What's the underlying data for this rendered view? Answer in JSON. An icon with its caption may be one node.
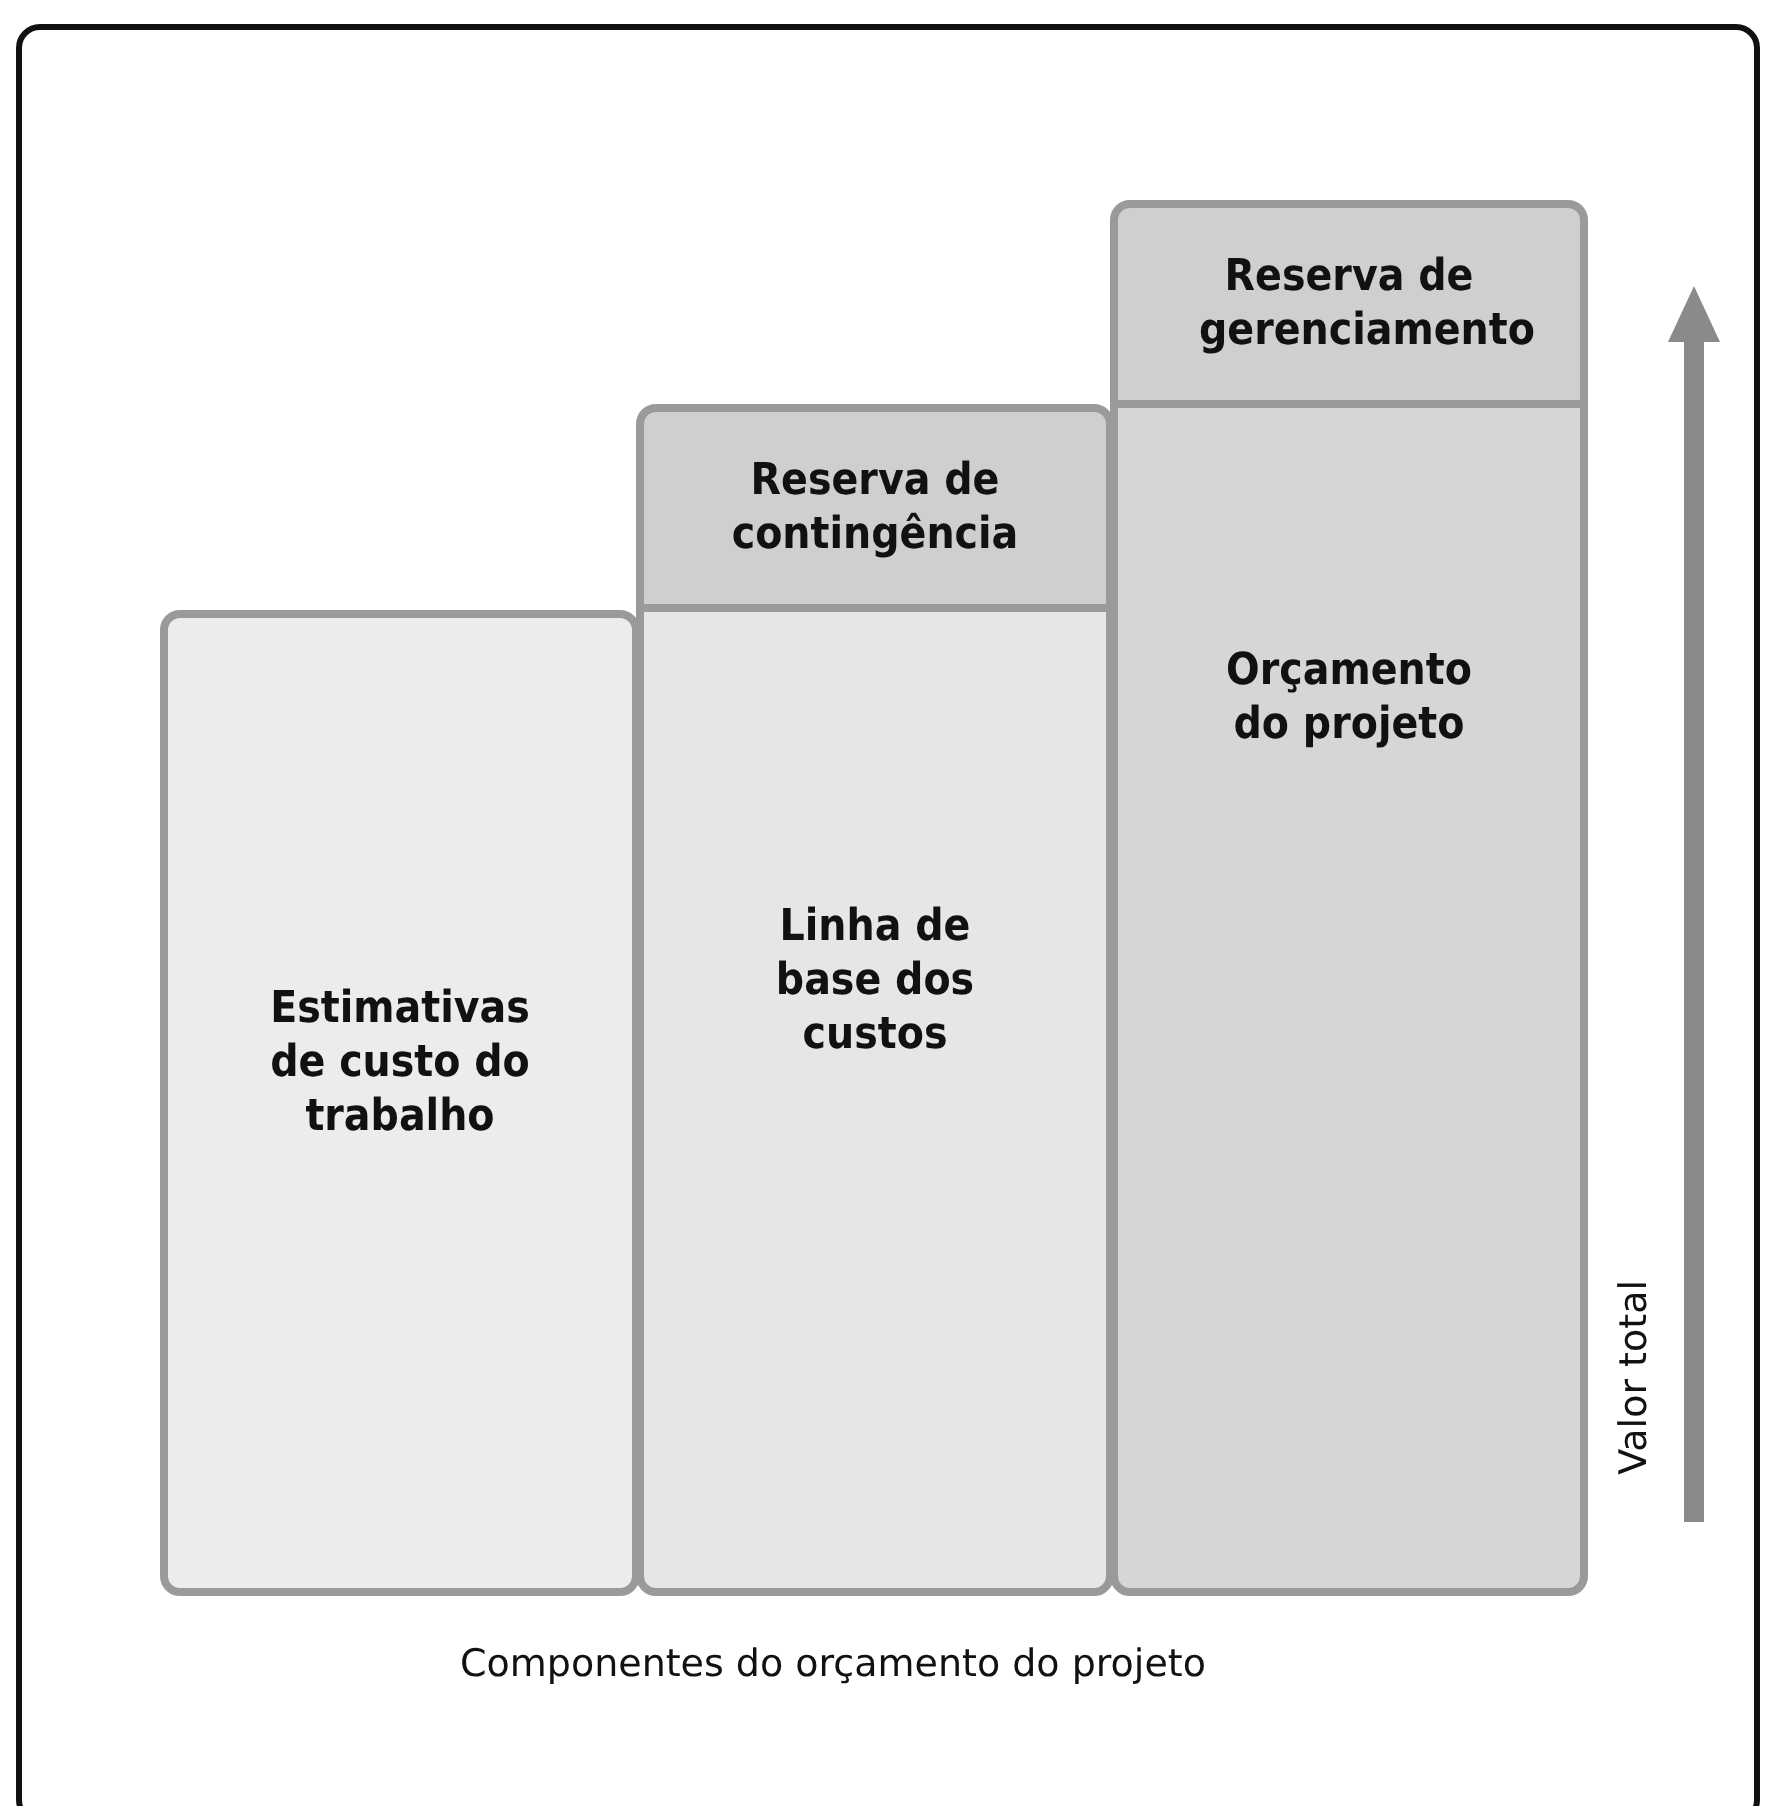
{
  "diagram": {
    "caption": "Componentes do orçamento do projeto",
    "nodes": [
      {
        "text": [
          "Estimativas de custo do trabalho"
        ]
      },
      {
        "text": [
          "Reserva de contingência"
        ]
      },
      {
        "text": [
          "Linha de base dos custos"
        ]
      },
      {
        "text": [
          "Reserva de gerenciamento"
        ]
      },
      {
        "text": [
          "Orçamento do projeto"
        ]
      }
    ],
    "edges": [],
    "labels": [
      "Valor total"
    ]
  }
}
